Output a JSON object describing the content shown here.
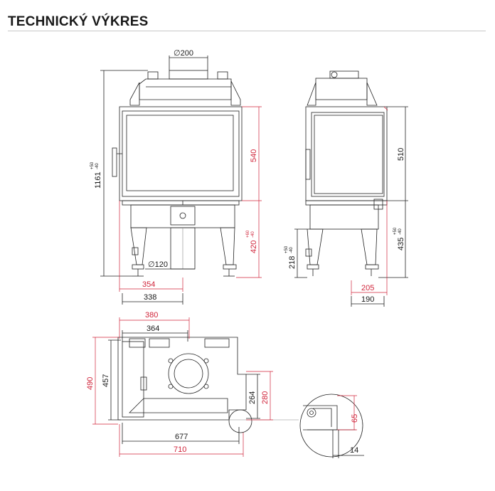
{
  "title": "TECHNICKÝ VÝKRES",
  "front_view": {
    "flue_diameter": "∅200",
    "height_total": "1161",
    "height_total_tol_plus": "+50",
    "height_total_tol_minus": "-40",
    "door_height": "540",
    "lower_height": "420",
    "lower_height_tol_plus": "+60",
    "lower_height_tol_minus": "-40",
    "air_inlet_diameter": "∅120",
    "width_red": "354",
    "width_black": "338"
  },
  "side_view": {
    "door_height": "510",
    "lower_height": "435",
    "lower_height_tol_plus": "+50",
    "lower_height_tol_minus": "-40",
    "leg_height": "218",
    "leg_height_tol_plus": "+50",
    "leg_height_tol_minus": "-40",
    "offset_red": "205",
    "offset_black": "190"
  },
  "top_view": {
    "width_red_top": "380",
    "width_black_top": "364",
    "depth_red": "490",
    "depth_black": "457",
    "inner_black": "264",
    "inner_red": "280",
    "width_black_bottom": "677",
    "width_red_bottom": "710"
  },
  "detail_view": {
    "height_red": "65",
    "width_black": "14"
  },
  "colors": {
    "red_dimension": "#d0243a",
    "black_dimension": "#1a1a1a"
  }
}
